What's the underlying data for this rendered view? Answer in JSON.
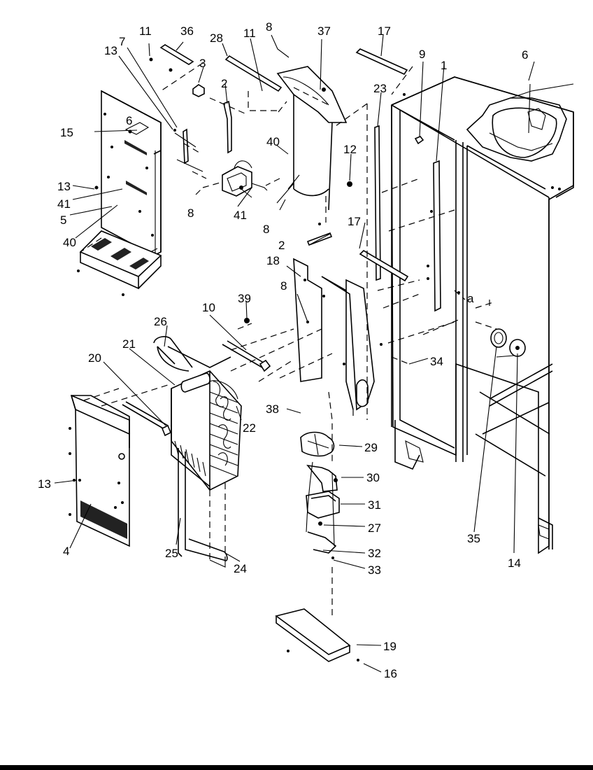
{
  "labels": {
    "l11a": "11",
    "l36": "36",
    "l7": "7",
    "l13a": "13",
    "l3": "3",
    "l15": "15",
    "l6a": "6",
    "l13b": "13",
    "l41a": "41",
    "l5": "5",
    "l40a": "40",
    "l28": "28",
    "l11b": "11",
    "l8a": "8",
    "l37": "37",
    "l2a": "2",
    "l40b": "40",
    "l8b": "8",
    "l41b": "41",
    "l8c": "8",
    "l17a": "17",
    "l9": "9",
    "l1": "1",
    "l6b": "6",
    "l23": "23",
    "l12": "12",
    "l17b": "17",
    "l2b": "2",
    "l18": "18",
    "l8d": "8",
    "l39": "39",
    "l10": "10",
    "l26": "26",
    "l21": "21",
    "l20": "20",
    "l22": "22",
    "l34": "34",
    "l38": "38",
    "l29": "29",
    "l30": "30",
    "l31": "31",
    "l27": "27",
    "l32": "32",
    "l33": "33",
    "l13c": "13",
    "l4": "4",
    "l25": "25",
    "l24": "24",
    "l35": "35",
    "l14": "14",
    "l19": "19",
    "l16": "16",
    "la": "a"
  }
}
